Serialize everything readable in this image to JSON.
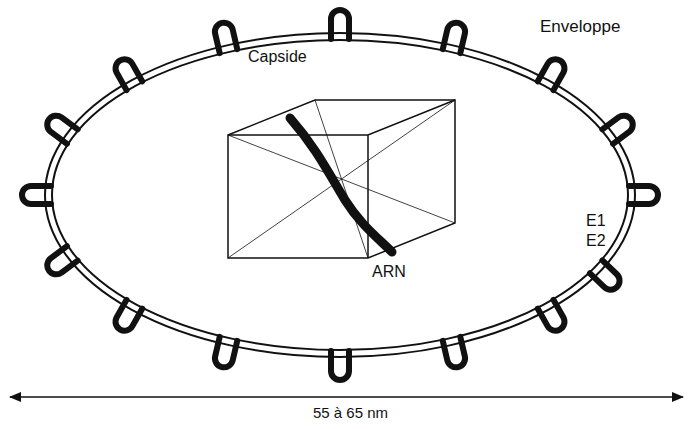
{
  "diagram": {
    "labels": [
      "Enveloppe",
      "Capside",
      "ARN",
      "E1",
      "E2",
      "55 à 65 nm"
    ]
  }
}
